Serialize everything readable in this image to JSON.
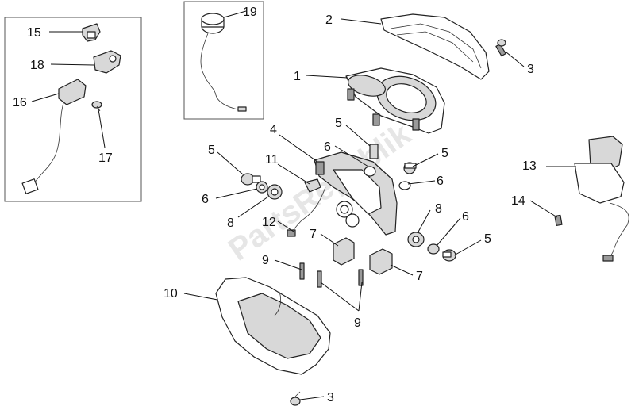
{
  "watermark": "PartsRepublik",
  "callouts": {
    "c1": "1",
    "c2": "2",
    "c3a": "3",
    "c3b": "3",
    "c4": "4",
    "c5a": "5",
    "c5b": "5",
    "c5c": "5",
    "c5d": "5",
    "c6a": "6",
    "c6b": "6",
    "c6c": "6",
    "c6d": "6",
    "c7a": "7",
    "c7b": "7",
    "c8a": "8",
    "c8b": "8",
    "c9a": "9",
    "c9b": "9",
    "c10": "10",
    "c11": "11",
    "c12": "12",
    "c13": "13",
    "c14": "14",
    "c15": "15",
    "c16": "16",
    "c17": "17",
    "c18": "18",
    "c19": "19"
  }
}
